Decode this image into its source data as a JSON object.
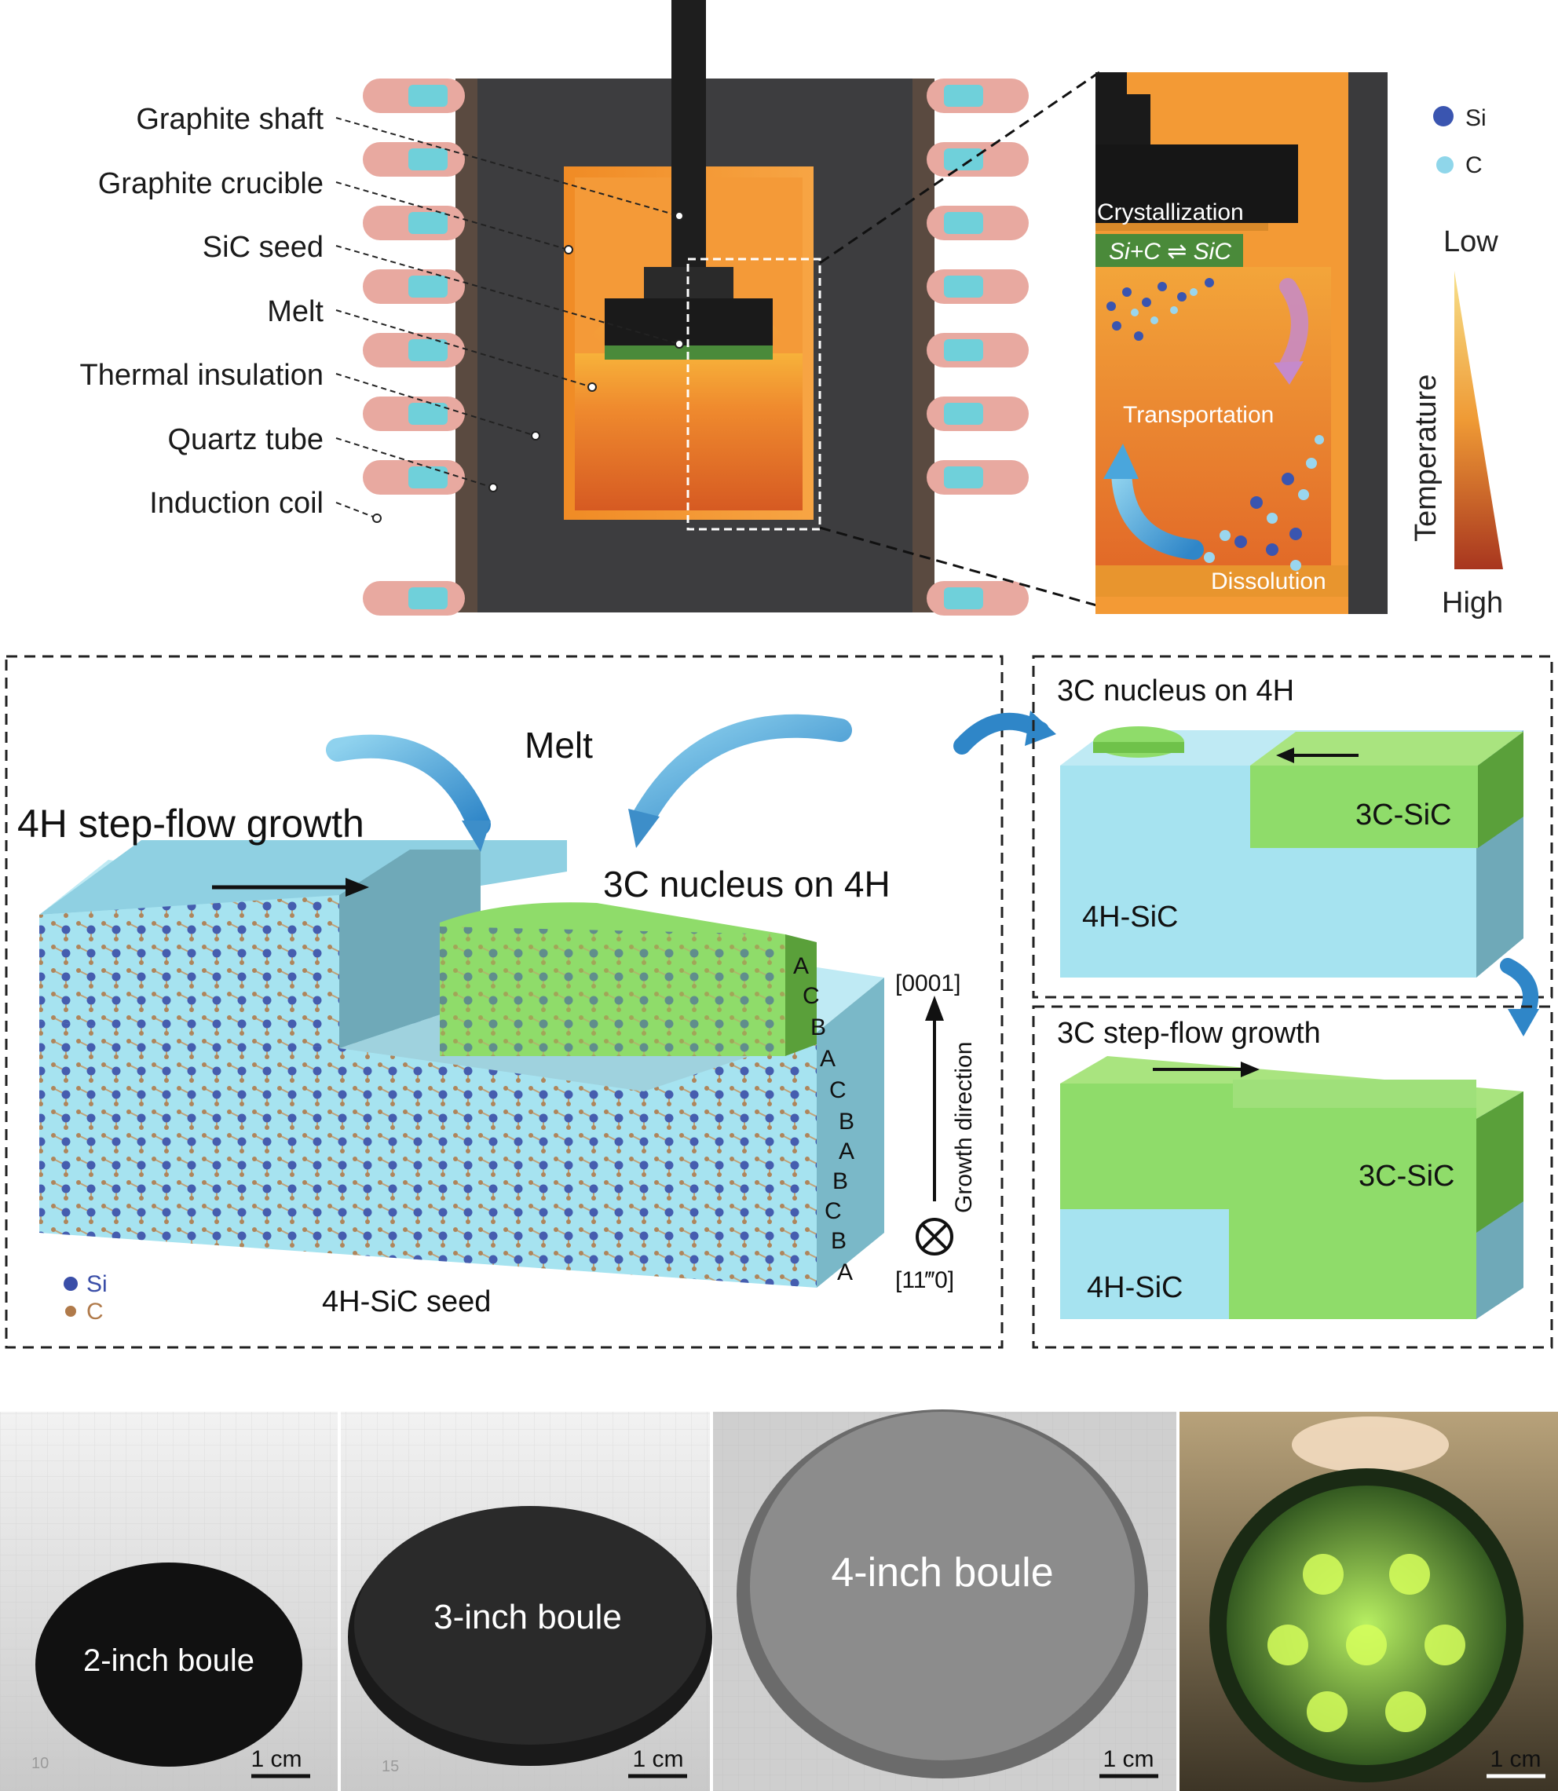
{
  "furnace": {
    "labels": [
      "Graphite shaft",
      "Graphite crucible",
      "SiC seed",
      "Melt",
      "Thermal insulation",
      "Quartz tube",
      "Induction coil"
    ]
  },
  "inset": {
    "crystallization": "Crystallization",
    "reaction": "Si+C ⇌ SiC",
    "transportation": "Transportation",
    "dissolution": "Dissolution"
  },
  "legend_top": {
    "si": "Si",
    "c": "C"
  },
  "temperature": {
    "title": "Temperature",
    "low": "Low",
    "high": "High"
  },
  "growth": {
    "melt": "Melt",
    "step_flow_4h": "4H step-flow growth",
    "nucleus_3c": "3C nucleus on 4H",
    "seed": "4H-SiC seed",
    "stacking": [
      "A",
      "C",
      "B",
      "A",
      "C",
      "B",
      "A",
      "B",
      "C",
      "B",
      "A"
    ],
    "axis_0001": "[0001]",
    "axis_1120": "[11‴0]",
    "growth_direction": "Growth direction",
    "legend_si": "Si",
    "legend_c": "C"
  },
  "panel_3c_nucleus": {
    "title": "3C nucleus on 4H",
    "top_label": "3C-SiC",
    "bottom_label": "4H-SiC"
  },
  "panel_3c_stepflow": {
    "title": "3C step-flow growth",
    "top_label": "3C-SiC",
    "bottom_label": "4H-SiC"
  },
  "photos": [
    {
      "label": "2-inch boule",
      "scale": "1 cm",
      "ruler": "10"
    },
    {
      "label": "3-inch boule",
      "scale": "1 cm",
      "ruler": "15"
    },
    {
      "label": "4-inch boule",
      "scale": "1 cm"
    },
    {
      "label": "",
      "scale": "1 cm"
    }
  ],
  "colors": {
    "crucible": "#f0922a",
    "melt": "#e8702a",
    "crystal_4h": "#a6e3f0",
    "crystal_3c": "#8fdc6a",
    "coil": "#e8a9a0",
    "si_atom": "#3a4ea8",
    "c_atom": "#b07a4a"
  }
}
